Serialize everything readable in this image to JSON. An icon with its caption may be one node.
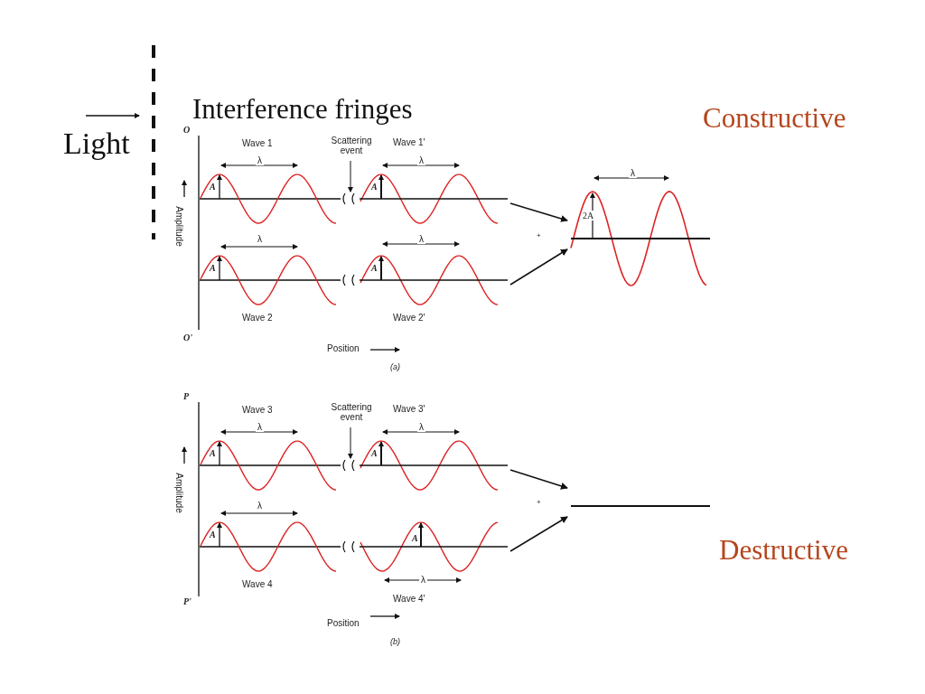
{
  "diagram": {
    "nodes": [
      {
        "text": [
          "Wave 1'"
        ]
      },
      {
        "text": [
          "Wave 2'"
        ]
      },
      {
        "text": [],
        "shape": "wave"
      },
      {
        "text": [
          "Wave 3'"
        ]
      },
      {
        "text": [
          "Wave 4'"
        ]
      },
      {
        "text": [],
        "shape": "line"
      }
    ],
    "edges": [
      {
        "from": 0,
        "to": 2,
        "arrow": "to"
      },
      {
        "from": 1,
        "to": 2,
        "arrow": "to"
      },
      {
        "from": 3,
        "to": 5,
        "arrow": "to"
      },
      {
        "from": 4,
        "to": 5,
        "arrow": "to"
      }
    ],
    "labels": [
      "Interference fringes",
      "Constructive",
      "Light",
      "O",
      "Wave 1",
      "Scattering event",
      "λ",
      "λ",
      "A",
      "A",
      "Amplitude",
      "+",
      "λ",
      "2A",
      "λ",
      "λ",
      "A",
      "A",
      "Wave 2",
      "O'",
      "Position",
      "(a)",
      "P",
      "Wave 3",
      "Scattering event",
      "λ",
      "λ",
      "A",
      "A",
      "Amplitude",
      "+",
      "λ",
      "A",
      "A",
      "Destructive",
      "Wave 4",
      "P'",
      "λ",
      "Position",
      "(b)"
    ]
  }
}
